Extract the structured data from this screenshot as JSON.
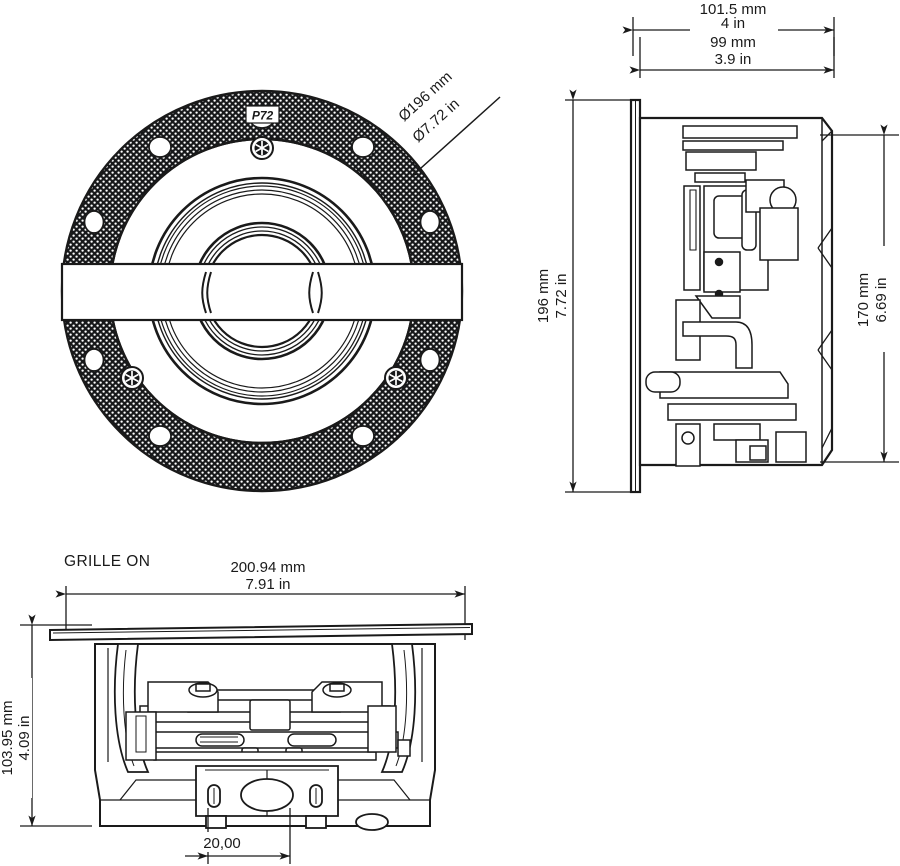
{
  "drawing": {
    "title": "In-ceiling loudspeaker dimensional drawing",
    "line_color": "#1a1a1a",
    "fill_color": "#ffffff",
    "background": "#ffffff"
  },
  "views": {
    "front": {
      "name": "front-view",
      "logo_text": "P72",
      "screw_count": 3,
      "grille_hole_count": 8
    },
    "side": {
      "name": "side-section-view"
    },
    "bottom": {
      "name": "bottom-section-view",
      "label": "GRILLE ON"
    }
  },
  "dimensions": {
    "front_diameter": {
      "mm": "Ø196 mm",
      "in": "Ø7.72 in"
    },
    "top_outer": {
      "mm": "101.5 mm",
      "in": "4 in"
    },
    "top_inner": {
      "mm": "99 mm",
      "in": "3.9 in"
    },
    "side_height_left": {
      "mm": "196 mm",
      "in": "7.72 in"
    },
    "side_height_right": {
      "mm": "170 mm",
      "in": "6.69 in"
    },
    "bottom_width": {
      "mm": "200.94 mm",
      "in": "7.91 in"
    },
    "bottom_height": {
      "mm": "103.95 mm",
      "in": "4.09 in"
    },
    "bottom_detail": {
      "value": "20,00"
    }
  }
}
